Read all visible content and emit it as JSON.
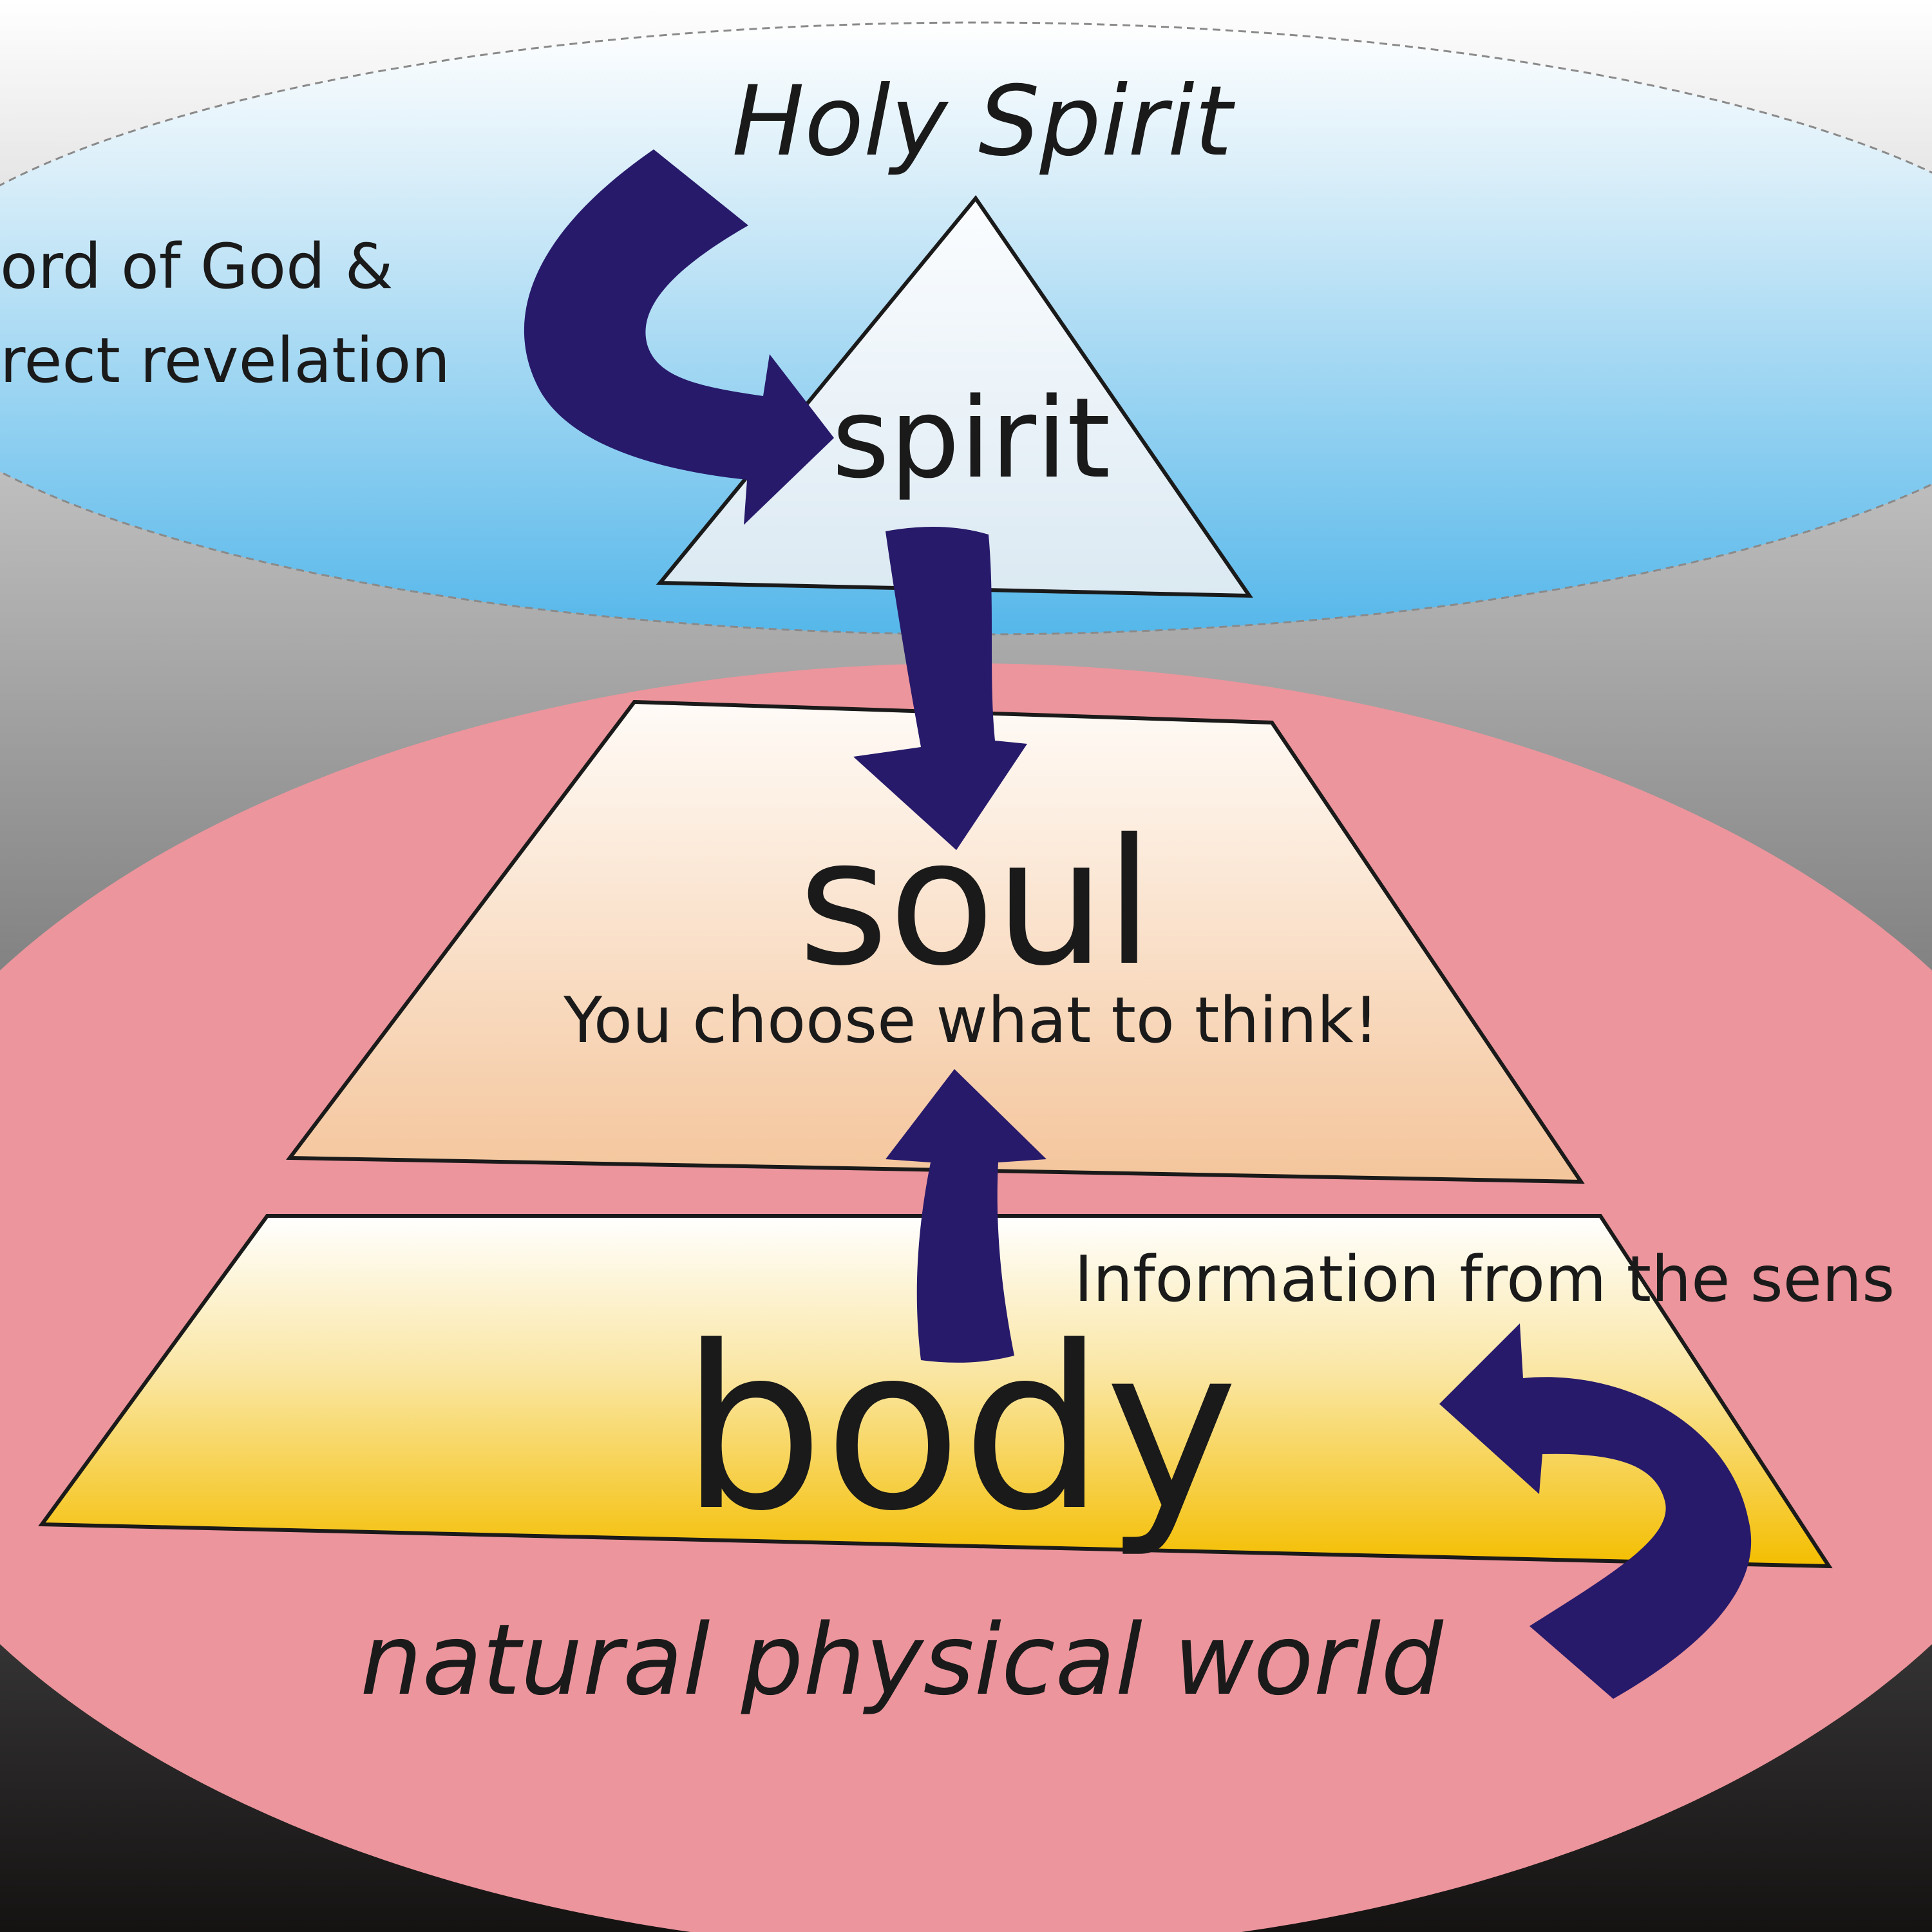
{
  "diagram": {
    "spiritual_realm_label": "Holy Spirit",
    "revelation_label_line1": "ord of God &",
    "revelation_label_line2": "rect revelation",
    "spirit_label": "spirit",
    "soul_label": "soul",
    "soul_caption": "You choose what to think!",
    "body_label": "body",
    "senses_label": "Information from the sens",
    "natural_realm_label": "natural physical world"
  },
  "colors": {
    "background_top": "#ffffff",
    "background_mid": "#9a9a9a",
    "background_bottom": "#1a1717",
    "spiritual_realm_fill_top": "#ffffff",
    "spiritual_realm_fill_bottom": "#55b7ea",
    "natural_realm_fill": "#ec959c",
    "spirit_triangle_fill": "#e7f0f6",
    "soul_trapezoid_fill_top": "#fffaf4",
    "soul_trapezoid_fill_bottom": "#f5c9a2",
    "body_trapezoid_fill_top": "#ffffff",
    "body_trapezoid_fill_bottom": "#f5c40a",
    "arrow": "#271a6b",
    "text": "#1a1a1a"
  },
  "icons": [
    "curved-arrow-icon",
    "down-arrow-icon",
    "up-arrow-icon",
    "hook-arrow-icon"
  ]
}
